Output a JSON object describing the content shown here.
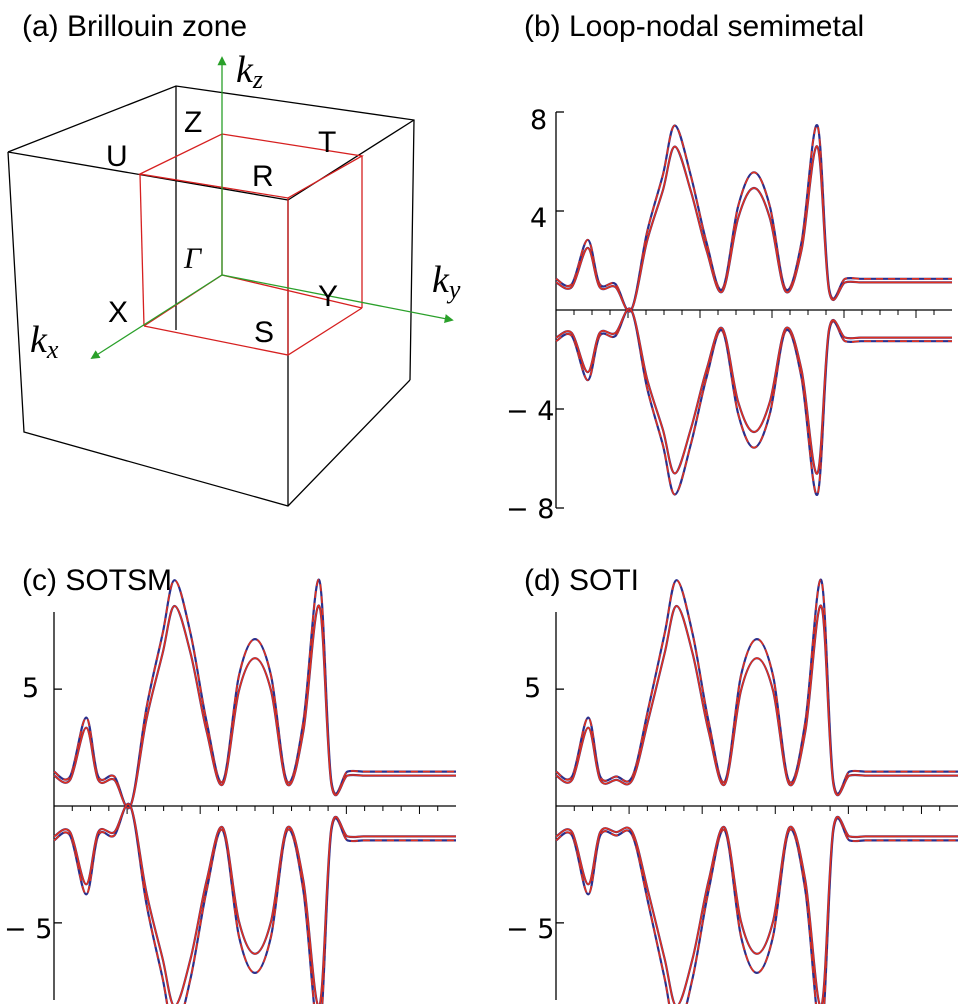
{
  "panels": {
    "a": {
      "title": "(a) Brillouin zone",
      "points": {
        "Z": "Z",
        "T": "T",
        "U": "U",
        "R": "R",
        "Gamma": "Γ",
        "X": "X",
        "Y": "Y",
        "S": "S"
      },
      "axes": {
        "kz": {
          "base": "k",
          "sub": "z"
        },
        "ky": {
          "base": "k",
          "sub": "y"
        },
        "kx": {
          "base": "k",
          "sub": "x"
        }
      },
      "colors": {
        "outer_cube": "#000000",
        "inner_cube": "#d62020",
        "axis": "#2aa02a"
      }
    },
    "b": {
      "title": "(b) Loop-nodal semimetal",
      "yticks": [
        "8",
        "4",
        "− 4",
        "− 8"
      ]
    },
    "c": {
      "title": "(c) SOTSM",
      "yticks": [
        "5",
        "− 5"
      ]
    },
    "d": {
      "title": "(d) SOTI",
      "yticks": [
        "5",
        "− 5"
      ]
    }
  },
  "colors": {
    "band_blue": "#2b2f8c",
    "band_red": "#e0301e"
  },
  "chart_data": [
    {
      "type": "line",
      "panel": "b",
      "title": "(b) Loop-nodal semimetal",
      "xlabel": "",
      "ylabel": "",
      "x": [
        0,
        0.04,
        0.08,
        0.11,
        0.15,
        0.19,
        0.23,
        0.27,
        0.3,
        0.34,
        0.38,
        0.42,
        0.46,
        0.5,
        0.54,
        0.58,
        0.62,
        0.66,
        0.69,
        0.73,
        0.77,
        0.81,
        0.85,
        0.88,
        0.92,
        0.96,
        1.0
      ],
      "series": [
        {
          "values": [
            1.2,
            1.0,
            2.7,
            1.0,
            1.0,
            0.0,
            3.0,
            5.2,
            7.1,
            5.2,
            2.6,
            0.8,
            4.0,
            5.3,
            4.0,
            0.8,
            2.6,
            7.1,
            0.8,
            1.2,
            1.2,
            1.2,
            1.2,
            1.2,
            1.2,
            1.2,
            1.2
          ]
        },
        {
          "values": [
            -1.2,
            -1.0,
            -2.7,
            -1.0,
            -1.0,
            0.0,
            -3.0,
            -5.2,
            -7.1,
            -5.2,
            -2.6,
            -0.8,
            -4.0,
            -5.3,
            -4.0,
            -0.8,
            -2.6,
            -7.1,
            -0.8,
            -1.2,
            -1.2,
            -1.2,
            -1.2,
            -1.2,
            -1.2,
            -1.2,
            -1.2
          ]
        }
      ],
      "ylim": [
        -8,
        8
      ],
      "yticks": [
        -8,
        -4,
        4,
        8
      ],
      "grid": false
    },
    {
      "type": "line",
      "panel": "c",
      "title": "(c) SOTSM",
      "xlabel": "",
      "ylabel": "",
      "x": [
        0,
        0.04,
        0.08,
        0.11,
        0.15,
        0.19,
        0.23,
        0.27,
        0.3,
        0.34,
        0.38,
        0.42,
        0.46,
        0.5,
        0.54,
        0.58,
        0.62,
        0.66,
        0.69,
        0.73,
        0.77,
        0.81,
        0.85,
        0.88,
        0.92,
        0.96,
        1.0
      ],
      "series": [
        {
          "values": [
            1.4,
            1.2,
            3.6,
            1.2,
            1.2,
            0.0,
            4.0,
            7.0,
            9.2,
            7.0,
            3.4,
            1.0,
            5.3,
            6.8,
            5.3,
            1.0,
            3.4,
            9.2,
            1.0,
            1.4,
            1.4,
            1.4,
            1.4,
            1.4,
            1.4,
            1.4,
            1.4
          ]
        },
        {
          "values": [
            -1.4,
            -1.2,
            -3.6,
            -1.2,
            -1.2,
            0.0,
            -4.0,
            -7.0,
            -9.2,
            -7.0,
            -3.4,
            -1.0,
            -5.3,
            -6.8,
            -5.3,
            -1.0,
            -3.4,
            -9.2,
            -1.0,
            -1.4,
            -1.4,
            -1.4,
            -1.4,
            -1.4,
            -1.4,
            -1.4,
            -1.4
          ]
        }
      ],
      "ylim": [
        -8.3,
        8.3
      ],
      "yticks": [
        -5,
        5
      ],
      "grid": false
    },
    {
      "type": "line",
      "panel": "d",
      "title": "(d) SOTI",
      "xlabel": "",
      "ylabel": "",
      "x": [
        0,
        0.04,
        0.08,
        0.11,
        0.15,
        0.19,
        0.23,
        0.27,
        0.3,
        0.34,
        0.38,
        0.42,
        0.46,
        0.5,
        0.54,
        0.58,
        0.62,
        0.66,
        0.69,
        0.73,
        0.77,
        0.81,
        0.85,
        0.88,
        0.92,
        0.96,
        1.0
      ],
      "series": [
        {
          "values": [
            1.4,
            1.2,
            3.6,
            1.2,
            1.2,
            1.2,
            4.0,
            7.0,
            9.2,
            7.0,
            3.4,
            1.0,
            5.3,
            6.8,
            5.3,
            1.0,
            3.4,
            9.2,
            1.0,
            1.4,
            1.4,
            1.4,
            1.4,
            1.4,
            1.4,
            1.4,
            1.4
          ]
        },
        {
          "values": [
            -1.4,
            -1.2,
            -3.6,
            -1.2,
            -1.2,
            -1.2,
            -4.0,
            -7.0,
            -9.2,
            -7.0,
            -3.4,
            -1.0,
            -5.3,
            -6.8,
            -5.3,
            -1.0,
            -3.4,
            -9.2,
            -1.0,
            -1.4,
            -1.4,
            -1.4,
            -1.4,
            -1.4,
            -1.4,
            -1.4,
            -1.4
          ]
        }
      ],
      "ylim": [
        -8.3,
        8.3
      ],
      "yticks": [
        -5,
        5
      ],
      "grid": false
    }
  ]
}
